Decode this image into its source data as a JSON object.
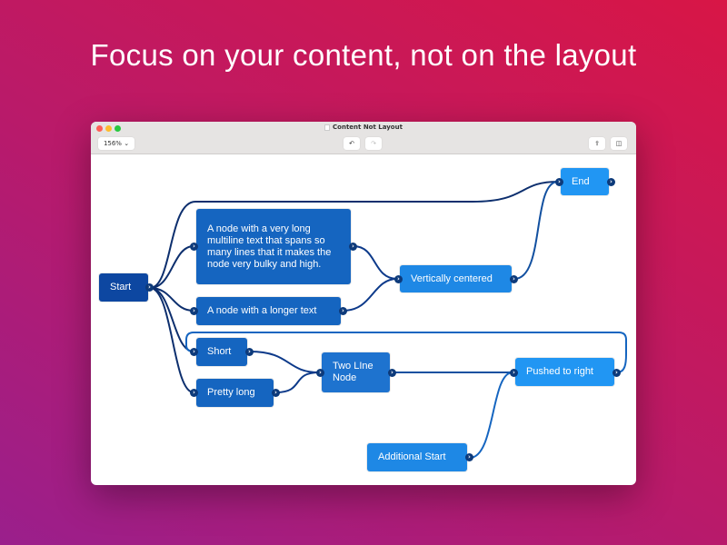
{
  "headline": "Focus on your content, not on the layout",
  "window": {
    "title": "Content Not Layout",
    "zoom": "156%",
    "zoom_chevron": "⌄",
    "undo_icon": "↶",
    "redo_icon": "↷",
    "share_icon": "⇪",
    "sidebar_icon": "◫"
  },
  "colors": {
    "level0": "#0d47a1",
    "level1": "#1565c0",
    "level2": "#1e88e5",
    "level3": "#2196f3"
  },
  "nodes": {
    "start": "Start",
    "long": "A node with a very long multiline text that spans so many lines that it makes the node very bulky and high.",
    "longer": "A node with a longer text",
    "short": "Short",
    "pretty_long": "Pretty long",
    "vertically_centered": "Vertically centered",
    "two_line": "Two LIne Node",
    "end": "End",
    "pushed_right": "Pushed to right",
    "additional_start": "Additional Start"
  },
  "port_glyph": "›"
}
